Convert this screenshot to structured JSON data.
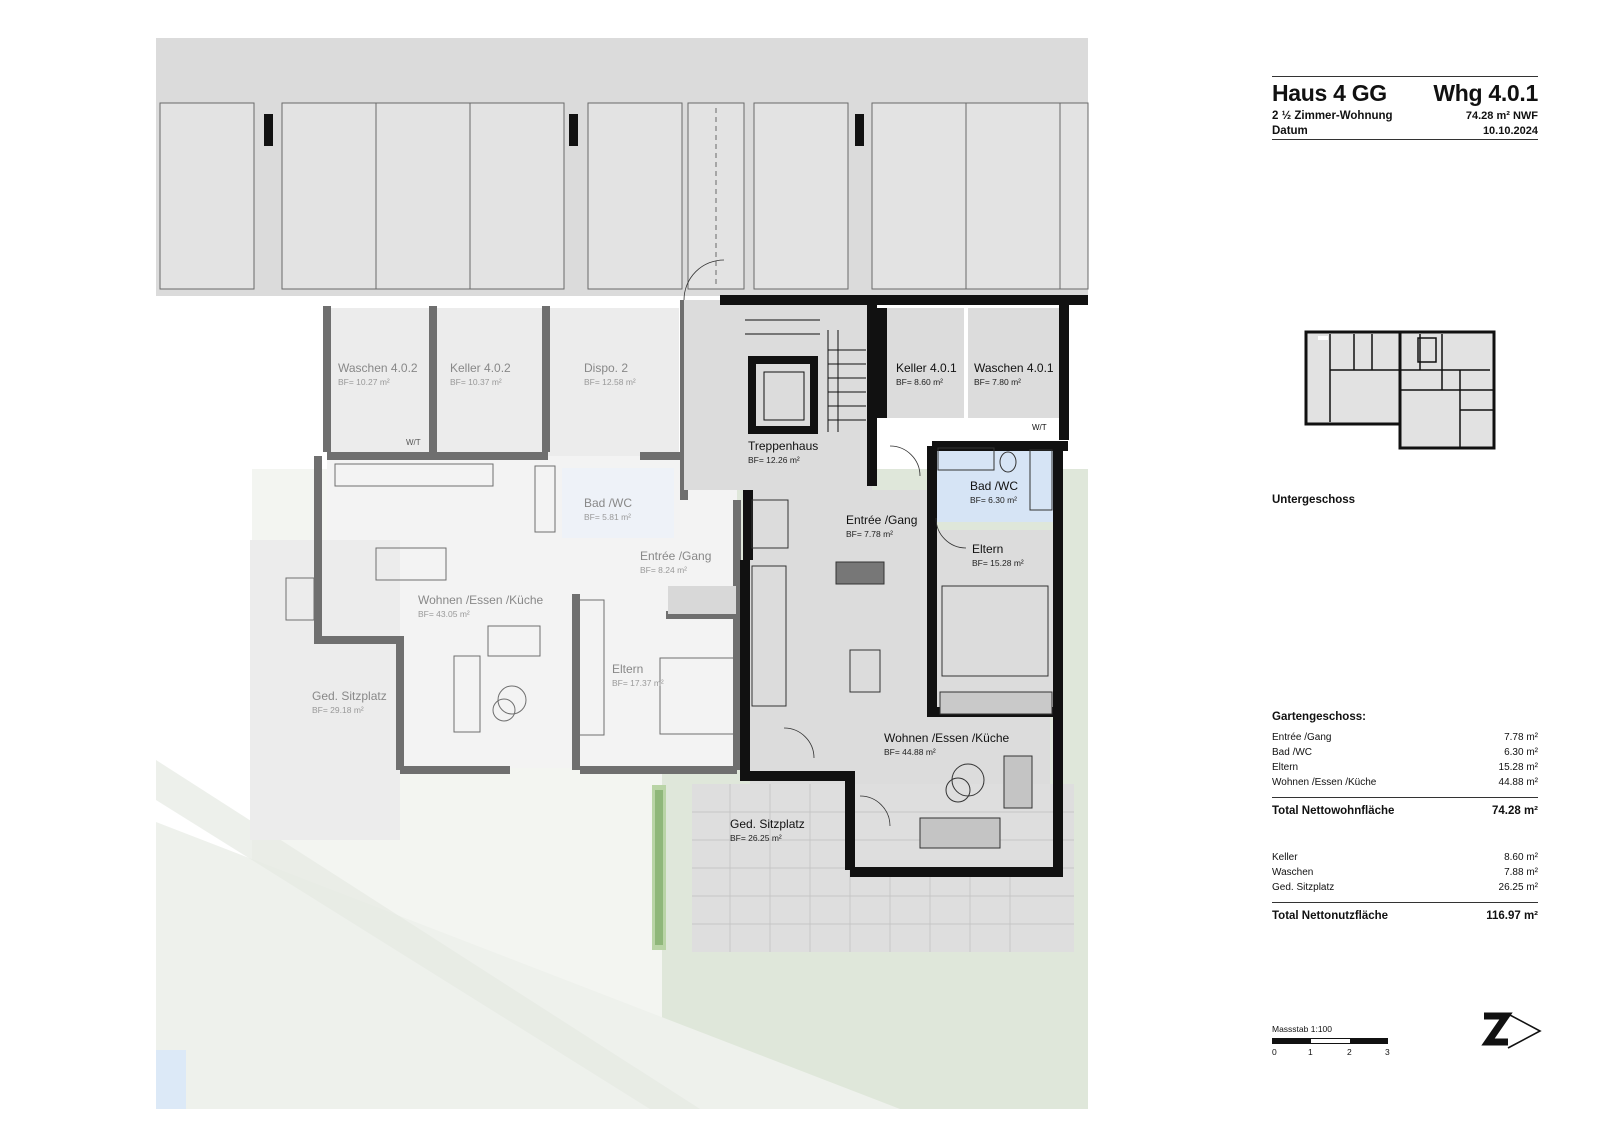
{
  "header": {
    "house": "Haus 4 GG",
    "unit": "Whg 4.0.1",
    "type": "2 ½ Zimmer-Wohnung",
    "nwf": "74.28 m² NWF",
    "date_label": "Datum",
    "date": "10.10.2024"
  },
  "level_label": "Untergeschoss",
  "rooms_active": [
    {
      "name": "Treppenhaus",
      "area": "BF= 12.26 m²"
    },
    {
      "name": "Keller 4.0.1",
      "area": "BF= 8.60 m²"
    },
    {
      "name": "Waschen 4.0.1",
      "area": "BF= 7.80 m²"
    },
    {
      "name": "Bad /WC",
      "area": "BF= 6.30 m²"
    },
    {
      "name": "Entrée /Gang",
      "area": "BF= 7.78 m²"
    },
    {
      "name": "Eltern",
      "area": "BF= 15.28 m²"
    },
    {
      "name": "Wohnen /Essen /Küche",
      "area": "BF= 44.88 m²"
    },
    {
      "name": "Ged. Sitzplatz",
      "area": "BF= 26.25 m²"
    }
  ],
  "rooms_other": [
    {
      "name": "Waschen 4.0.2",
      "area": "BF= 10.27 m²"
    },
    {
      "name": "Keller 4.0.2",
      "area": "BF= 10.37 m²"
    },
    {
      "name": "Dispo. 2",
      "area": "BF= 12.58 m²"
    },
    {
      "name": "Bad /WC",
      "area": "BF= 5.81 m²"
    },
    {
      "name": "Entrée /Gang",
      "area": "BF= 8.24 m²"
    },
    {
      "name": "Wohnen /Essen /Küche",
      "area": "BF= 43.05 m²"
    },
    {
      "name": "Eltern",
      "area": "BF= 17.37 m²"
    },
    {
      "name": "Ged. Sitzplatz",
      "area": "BF= 29.18 m²"
    }
  ],
  "fixture_labels": {
    "wt": "W/T"
  },
  "summary": {
    "title": "Gartengeschoss:",
    "living": [
      {
        "label": "Entrée /Gang",
        "value": "7.78 m²"
      },
      {
        "label": "Bad /WC",
        "value": "6.30 m²"
      },
      {
        "label": "Eltern",
        "value": "15.28 m²"
      },
      {
        "label": "Wohnen /Essen /Küche",
        "value": "44.88 m²"
      }
    ],
    "total_living": {
      "label": "Total Nettowohnfläche",
      "value": "74.28 m²"
    },
    "usable": [
      {
        "label": "Keller",
        "value": "8.60 m²"
      },
      {
        "label": "Waschen",
        "value": "7.88 m²"
      },
      {
        "label": "Ged. Sitzplatz",
        "value": "26.25 m²"
      }
    ],
    "total_usable": {
      "label": "Total Nettonutzfläche",
      "value": "116.97 m²"
    }
  },
  "scale": {
    "label": "Massstab 1:100",
    "ticks": [
      "0",
      "1",
      "2",
      "3"
    ]
  },
  "north_icon": "north-arrow-icon",
  "colors": {
    "wall": "#111111",
    "wall_dim": "#6f6f6f",
    "floor_active": "#dcdcdc",
    "floor_dim": "#f2f2f2",
    "bath_active": "#d6e4f5",
    "bath_dim": "#eef2f8",
    "garden": "#dfe7da",
    "parking": "#d8d8d8"
  }
}
